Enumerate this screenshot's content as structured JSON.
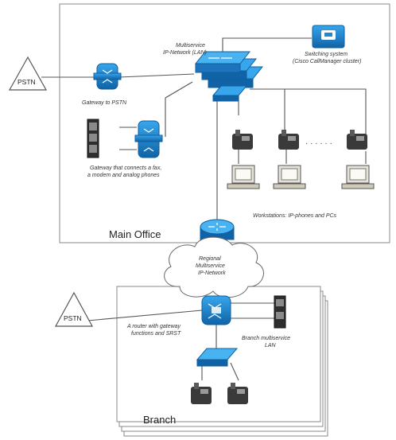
{
  "labels": {
    "pstn_main": "PSTN",
    "pstn_branch": "PSTN",
    "lan_line1": "Multiservice",
    "lan_line2": "IP-Network (LAN)",
    "switching_line1": "Switching system",
    "switching_line2": "(Cisco CallManager cluster)",
    "gateway_pstn": "Gateway to PSTN",
    "gateway_fax_line1": "Gateway that connects a fax,",
    "gateway_fax_line2": "a modem and analog phones",
    "dots": "· · · · · ·",
    "workstations": "Workstations: IP-phones and PCs",
    "main_office": "Main Office",
    "regional_line1": "Regional",
    "regional_line2": "Multiservice",
    "regional_line3": "IP-Network",
    "router_line1": "A router with gateway",
    "router_line2": "functions and SRST",
    "branch_lan_line1": "Branch multiservice",
    "branch_lan_line2": "LAN",
    "branch": "Branch"
  },
  "colors": {
    "device_blue": "#1d8ad6",
    "device_dark": "#0f5f9e",
    "line": "#555555",
    "frame": "#8a8a8a"
  }
}
